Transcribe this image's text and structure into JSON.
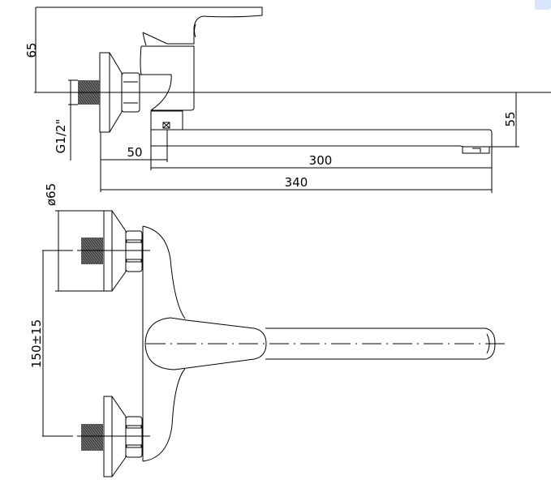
{
  "dimensions": {
    "top_height": "65",
    "spout_height": "55",
    "thread": "G1/2\"",
    "body_offset": "50",
    "spout_length": "300",
    "total_length": "340",
    "flange_diameter": "ø65",
    "inlet_spacing": "150±15"
  },
  "colors": {
    "line": "#000000",
    "thread_fill": "#444444",
    "ui_tab": "#d7e6f8"
  }
}
